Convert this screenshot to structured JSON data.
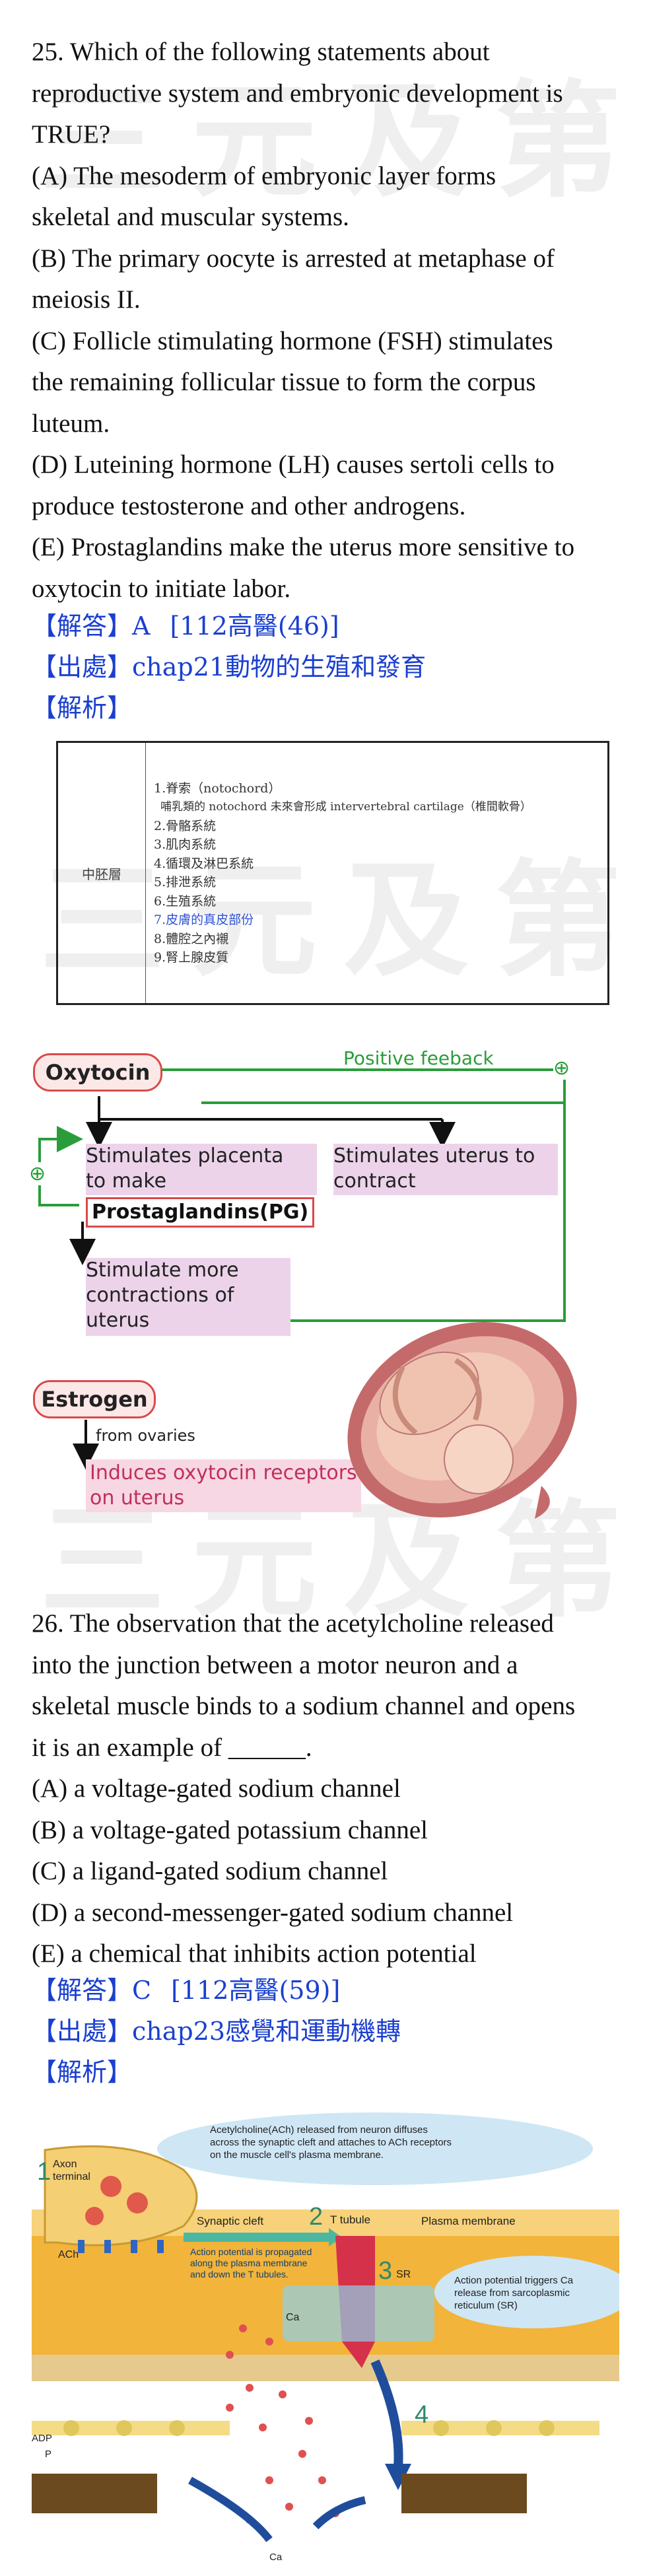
{
  "watermark": {
    "text": "三元及第"
  },
  "q25": {
    "stem_lines": [
      "25. Which of the following statements about",
      "reproductive system and embryonic development is",
      "TRUE?"
    ],
    "options": [
      [
        "(A) The mesoderm of embryonic layer forms",
        "skeletal and muscular systems."
      ],
      [
        "(B) The primary oocyte is arrested at metaphase of",
        "meiosis II."
      ],
      [
        "(C) Follicle stimulating hormone (FSH) stimulates",
        "the remaining follicular tissue to form the corpus",
        "luteum."
      ],
      [
        "(D) Luteining hormone (LH) causes sertoli cells to",
        "produce testosterone and other androgens."
      ],
      [
        "(E) Prostaglandins make the uterus more sensitive to",
        "oxytocin to initiate labor."
      ]
    ],
    "answer_label": "【解答】",
    "answer": "A",
    "answer_ref": "[112高醫(46)]",
    "source_label": "【出處】",
    "source": "chap21動物的生殖和發育",
    "analysis_label": "【解析】"
  },
  "germ_table": {
    "layer": "中胚層",
    "rows": [
      "1.脊索（notochord）",
      "哺乳類的 notochord 未來會形成 intervertebral cartilage（椎間軟骨）",
      "2.骨骼系統",
      "3.肌肉系統",
      "4.循環及淋巴系統",
      "5.排泄系統",
      "6.生殖系統",
      "7.皮膚的真皮部份",
      "8.體腔之內襯",
      "9.腎上腺皮質"
    ],
    "highlight_color": "#2f52d6"
  },
  "diagram1": {
    "oxytocin": "Oxytocin",
    "positive_feedback": "Positive feeback",
    "plus": "⊕",
    "placenta_1": "Stimulates placenta",
    "placenta_2": "to make",
    "prostaglandins": "Prostaglandins(PG)",
    "uterus_1": "Stimulates uterus to",
    "uterus_2": "contract",
    "more_1": "Stimulate more",
    "more_2": "contractions of",
    "more_3": "uterus",
    "estrogen": "Estrogen",
    "from_ovaries": "from ovaries",
    "induces_1": "Induces oxytocin receptors",
    "induces_2": "on uterus"
  },
  "q26": {
    "stem_lines": [
      "26. The observation that the acetylcholine released",
      "into the junction between a motor neuron and a",
      "skeletal muscle binds to a sodium channel and opens",
      "it is an example of ______."
    ],
    "options": [
      "(A) a voltage-gated sodium channel",
      "(B) a voltage-gated potassium channel",
      "(C) a ligand-gated sodium channel",
      "(D) a second-messenger-gated sodium channel",
      "(E) a chemical that inhibits action potential"
    ],
    "answer_label": "【解答】",
    "answer": "C",
    "answer_ref": "[112高醫(59)]",
    "source_label": "【出處】",
    "source": "chap23感覺和運動機轉",
    "analysis_label": "【解析】"
  },
  "diagram2": {
    "top_note_1": "Acetylcholine(ACh) released from neuron diffuses",
    "top_note_2": "across the synaptic cleft and attaches to ACh receptors",
    "top_note_3": "on the muscle cell's plasma membrane.",
    "step1": "1",
    "axon_1": "Axon",
    "axon_2": "terminal",
    "synaptic_cleft": "Synaptic cleft",
    "step2": "2",
    "t_tubule": "T tubule",
    "plasma_membrane": "Plasma membrane",
    "ach": "ACh",
    "ap_1": "Action potential is propagated",
    "ap_2": "along the plasma membrane",
    "ap_3": "and down the T tubules.",
    "step3": "3",
    "sr": "SR",
    "ca_note_1": "Action potential triggers Ca",
    "ca_note_2": "release from sarcoplasmic",
    "ca_note_3": "reticulum (SR)",
    "ca1": "Ca",
    "step4": "4",
    "adp": "ADP",
    "p": "P",
    "ca2": "Ca"
  }
}
